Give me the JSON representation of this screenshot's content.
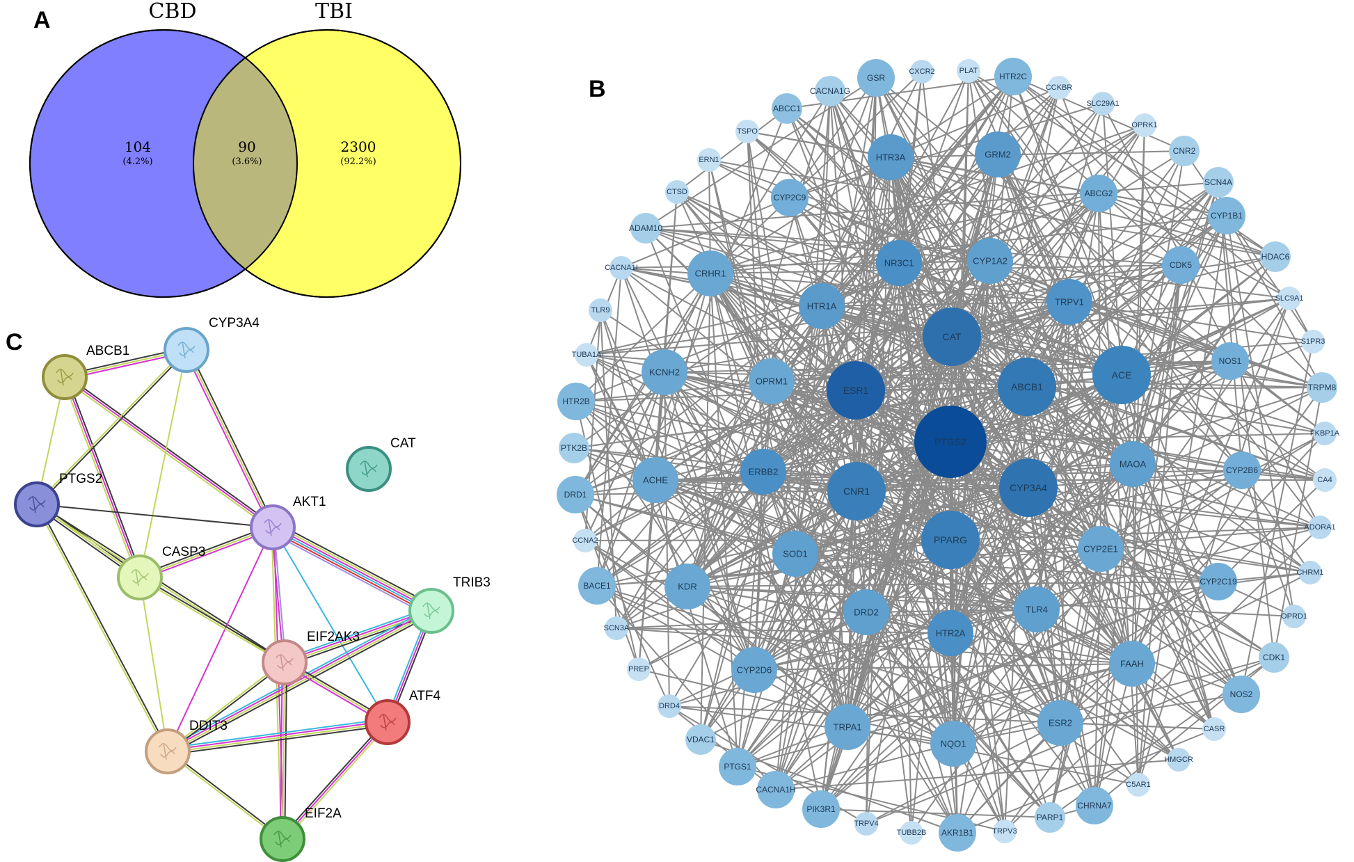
{
  "panels": [
    "A",
    "B",
    "C"
  ],
  "venn": {
    "sets": [
      {
        "name": "CBD",
        "only_count": "104",
        "only_pct": "(4.2%)",
        "color": "#7f7fff"
      },
      {
        "name": "TBI",
        "only_count": "2300",
        "only_pct": "(92.2%)",
        "color": "#ffff66"
      }
    ],
    "intersection": {
      "count": "90",
      "pct": "(3.6%)",
      "color": "#b9b77c"
    }
  },
  "network_b": {
    "edge_color": "#8a8a8a",
    "nodes": [
      {
        "id": "PTGS2",
        "color": "#0a4c97",
        "tier": 1
      },
      {
        "id": "ESR1",
        "color": "#1e5fa6",
        "tier": 2
      },
      {
        "id": "CAT",
        "color": "#2e70ae",
        "tier": 2
      },
      {
        "id": "ABCB1",
        "color": "#3279b5",
        "tier": 2
      },
      {
        "id": "CYP3A4",
        "color": "#2f73b0",
        "tier": 2
      },
      {
        "id": "CNR1",
        "color": "#3a7fb9",
        "tier": 2
      },
      {
        "id": "PPARG",
        "color": "#3a7fb9",
        "tier": 2
      },
      {
        "id": "ACE",
        "color": "#3c84be",
        "tier": 2
      },
      {
        "id": "NR3C1",
        "color": "#4a8fc5",
        "tier": 3
      },
      {
        "id": "ERBB2",
        "color": "#4a8fc5",
        "tier": 3
      },
      {
        "id": "HTR2A",
        "color": "#4a8fc5",
        "tier": 3
      },
      {
        "id": "TRPV1",
        "color": "#4f93c8",
        "tier": 3
      },
      {
        "id": "HTR3A",
        "color": "#5a9bcc",
        "tier": 3
      },
      {
        "id": "GRM2",
        "color": "#5a9bcc",
        "tier": 3
      },
      {
        "id": "CYP1A2",
        "color": "#5fa0cf",
        "tier": 3
      },
      {
        "id": "HTR1A",
        "color": "#5a9bcc",
        "tier": 3
      },
      {
        "id": "MAOA",
        "color": "#5fa0cf",
        "tier": 3
      },
      {
        "id": "SOD1",
        "color": "#5fa0cf",
        "tier": 3
      },
      {
        "id": "DRD2",
        "color": "#5fa0cf",
        "tier": 3
      },
      {
        "id": "TLR4",
        "color": "#5fa0cf",
        "tier": 3
      },
      {
        "id": "CYP2E1",
        "color": "#6aa8d3",
        "tier": 3
      },
      {
        "id": "OPRM1",
        "color": "#6aa8d3",
        "tier": 3
      },
      {
        "id": "CRHR1",
        "color": "#6aa8d3",
        "tier": 3
      },
      {
        "id": "KCNH2",
        "color": "#6aa8d3",
        "tier": 3
      },
      {
        "id": "ACHE",
        "color": "#6aa8d3",
        "tier": 3
      },
      {
        "id": "KDR",
        "color": "#6aa8d3",
        "tier": 3
      },
      {
        "id": "CYP2D6",
        "color": "#6aa8d3",
        "tier": 3
      },
      {
        "id": "FAAH",
        "color": "#6aa8d3",
        "tier": 3
      },
      {
        "id": "ESR2",
        "color": "#6aa8d3",
        "tier": 3
      },
      {
        "id": "NQO1",
        "color": "#6aa8d3",
        "tier": 3
      },
      {
        "id": "TRPA1",
        "color": "#6aa8d3",
        "tier": 3
      },
      {
        "id": "CYP2C9",
        "color": "#72aed7",
        "tier": 4
      },
      {
        "id": "ABCG2",
        "color": "#72aed7",
        "tier": 4
      },
      {
        "id": "CDK5",
        "color": "#72aed7",
        "tier": 4
      },
      {
        "id": "NOS1",
        "color": "#72aed7",
        "tier": 4
      },
      {
        "id": "CYP2B6",
        "color": "#72aed7",
        "tier": 4
      },
      {
        "id": "CYP2C19",
        "color": "#72aed7",
        "tier": 4
      },
      {
        "id": "NOS2",
        "color": "#80b7dc",
        "tier": 4
      },
      {
        "id": "HTR2C",
        "color": "#80b7dc",
        "tier": 4
      },
      {
        "id": "GSR",
        "color": "#80b7dc",
        "tier": 4
      },
      {
        "id": "CYP1B1",
        "color": "#80b7dc",
        "tier": 4
      },
      {
        "id": "DRD1",
        "color": "#80b7dc",
        "tier": 4
      },
      {
        "id": "HTR2B",
        "color": "#80b7dc",
        "tier": 4
      },
      {
        "id": "BACE1",
        "color": "#80b7dc",
        "tier": 4
      },
      {
        "id": "PTGS1",
        "color": "#80b7dc",
        "tier": 4
      },
      {
        "id": "CACNA1H",
        "color": "#80b7dc",
        "tier": 4
      },
      {
        "id": "PIK3R1",
        "color": "#80b7dc",
        "tier": 4
      },
      {
        "id": "AKR1B1",
        "color": "#80b7dc",
        "tier": 4
      },
      {
        "id": "CHRNA7",
        "color": "#80b7dc",
        "tier": 4
      },
      {
        "id": "ABCC1",
        "color": "#8ec0e1",
        "tier": 5
      },
      {
        "id": "CACNA1G",
        "color": "#a5cee9",
        "tier": 5
      },
      {
        "id": "CXCR2",
        "color": "#b8d8ef",
        "tier": 6
      },
      {
        "id": "PLAT",
        "color": "#c5e0f3",
        "tier": 6
      },
      {
        "id": "CCKBR",
        "color": "#c5e0f3",
        "tier": 6
      },
      {
        "id": "SLC29A1",
        "color": "#b8d8ef",
        "tier": 6
      },
      {
        "id": "OPRK1",
        "color": "#c5e0f3",
        "tier": 6
      },
      {
        "id": "CNR2",
        "color": "#a5cee9",
        "tier": 5
      },
      {
        "id": "SCN4A",
        "color": "#a5cee9",
        "tier": 5
      },
      {
        "id": "HDAC6",
        "color": "#a5cee9",
        "tier": 5
      },
      {
        "id": "SLC9A1",
        "color": "#c5e0f3",
        "tier": 6
      },
      {
        "id": "S1PR3",
        "color": "#c5e0f3",
        "tier": 6
      },
      {
        "id": "TRPM8",
        "color": "#a5cee9",
        "tier": 5
      },
      {
        "id": "FKBP1A",
        "color": "#b8d8ef",
        "tier": 6
      },
      {
        "id": "CA4",
        "color": "#c5e0f3",
        "tier": 6
      },
      {
        "id": "ADORA1",
        "color": "#b8d8ef",
        "tier": 6
      },
      {
        "id": "CHRM1",
        "color": "#b8d8ef",
        "tier": 6
      },
      {
        "id": "OPRD1",
        "color": "#b8d8ef",
        "tier": 6
      },
      {
        "id": "CDK1",
        "color": "#a5cee9",
        "tier": 5
      },
      {
        "id": "CASR",
        "color": "#c5e0f3",
        "tier": 6
      },
      {
        "id": "HMGCR",
        "color": "#b8d8ef",
        "tier": 6
      },
      {
        "id": "C5AR1",
        "color": "#c5e0f3",
        "tier": 6
      },
      {
        "id": "PARP1",
        "color": "#a5cee9",
        "tier": 5
      },
      {
        "id": "TRPV3",
        "color": "#c5e0f3",
        "tier": 6
      },
      {
        "id": "TUBB2B",
        "color": "#c5e0f3",
        "tier": 6
      },
      {
        "id": "TRPV4",
        "color": "#b8d8ef",
        "tier": 6
      },
      {
        "id": "VDAC1",
        "color": "#a5cee9",
        "tier": 5
      },
      {
        "id": "DRD4",
        "color": "#b8d8ef",
        "tier": 6
      },
      {
        "id": "PREP",
        "color": "#c5e0f3",
        "tier": 6
      },
      {
        "id": "SCN3A",
        "color": "#b8d8ef",
        "tier": 6
      },
      {
        "id": "CCNA2",
        "color": "#c5e0f3",
        "tier": 6
      },
      {
        "id": "PTK2B",
        "color": "#a5cee9",
        "tier": 5
      },
      {
        "id": "TUBA1A",
        "color": "#c5e0f3",
        "tier": 6
      },
      {
        "id": "TLR9",
        "color": "#b8d8ef",
        "tier": 6
      },
      {
        "id": "CACNA1I",
        "color": "#b8d8ef",
        "tier": 6
      },
      {
        "id": "ADAM10",
        "color": "#a5cee9",
        "tier": 5
      },
      {
        "id": "CTSD",
        "color": "#b8d8ef",
        "tier": 6
      },
      {
        "id": "ERN1",
        "color": "#c5e0f3",
        "tier": 6
      },
      {
        "id": "TSPO",
        "color": "#c5e0f3",
        "tier": 6
      }
    ]
  },
  "network_c": {
    "nodes": [
      {
        "id": "ABCB1",
        "fill": "#d6d58f",
        "stroke": "#8f8d3a"
      },
      {
        "id": "CYP3A4",
        "fill": "#bfe0f6",
        "stroke": "#6aa5c9"
      },
      {
        "id": "CAT",
        "fill": "#8ed6c8",
        "stroke": "#3a8f80"
      },
      {
        "id": "PTGS2",
        "fill": "#8a8fd9",
        "stroke": "#3e438f"
      },
      {
        "id": "AKT1",
        "fill": "#d2c3f3",
        "stroke": "#8b76c4"
      },
      {
        "id": "CASP3",
        "fill": "#e2f7b9",
        "stroke": "#9bbd6a"
      },
      {
        "id": "TRIB3",
        "fill": "#c3f5d6",
        "stroke": "#6cbf8c"
      },
      {
        "id": "EIF2AK3",
        "fill": "#f5c8c8",
        "stroke": "#c48888"
      },
      {
        "id": "ATF4",
        "fill": "#f27c7c",
        "stroke": "#b33a3a"
      },
      {
        "id": "DDIT3",
        "fill": "#f8dcc0",
        "stroke": "#c49e7d"
      },
      {
        "id": "EIF2A",
        "fill": "#7dcd78",
        "stroke": "#3f8f3a"
      }
    ],
    "edge_colors": {
      "dark": "#3a3a3a",
      "yellow": "#c2d65a",
      "magenta": "#d633d0",
      "cyan": "#36b8e0",
      "blue": "#5c5cf0",
      "red": "#e03030",
      "lavender": "#a090e0"
    }
  }
}
